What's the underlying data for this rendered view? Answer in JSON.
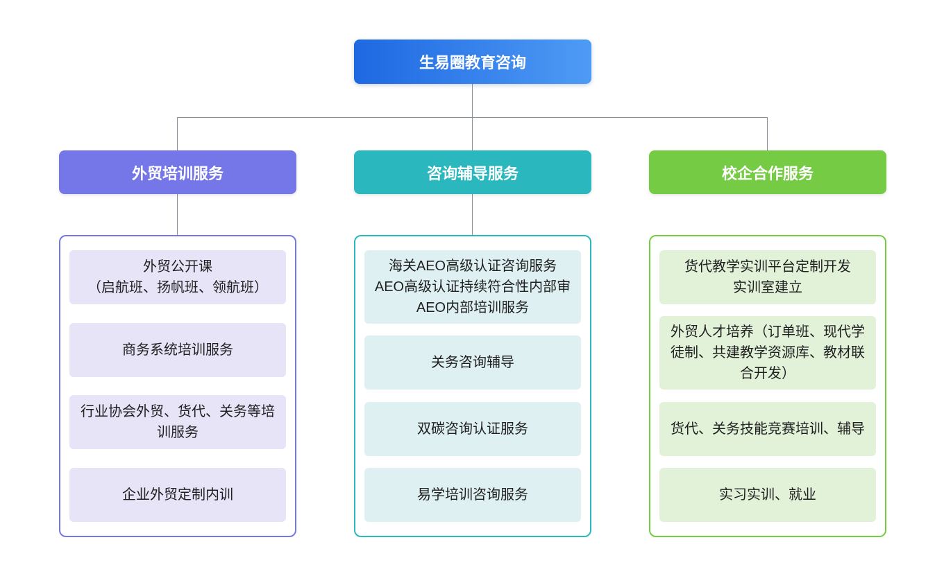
{
  "diagram": {
    "root": {
      "label": "生易圈教育咨询"
    },
    "branches": [
      {
        "id": "trade-training",
        "header": "外贸培训服务",
        "items": [
          "外贸公开课\n（启航班、扬帆班、领航班）",
          "商务系统培训服务",
          "行业协会外贸、货代、关务等培训服务",
          "企业外贸定制内训"
        ]
      },
      {
        "id": "consulting-coaching",
        "header": "咨询辅导服务",
        "items": [
          "海关AEO高级认证咨询服务\nAEO高级认证持续符合性内部审\nAEO内部培训服务",
          "关务咨询辅导",
          "双碳咨询认证服务",
          "易学培训咨询服务"
        ]
      },
      {
        "id": "school-enterprise",
        "header": "校企合作服务",
        "items": [
          "货代教学实训平台定制开发\n实训室建立",
          "外贸人才培养（订单班、现代学徒制、共建教学资源库、教材联合开发）",
          "货代、关务技能竞赛培训、辅导",
          "实习实训、就业"
        ]
      }
    ]
  },
  "colors": {
    "root_grad_start": "#1E68E2",
    "root_grad_end": "#4E9BF5",
    "branch1": "#7577E9",
    "branch1_light": "#E7E4F8",
    "branch2": "#2AB7BD",
    "branch2_light": "#DFF0F2",
    "branch3": "#75CB44",
    "branch3_light": "#E1F2D9",
    "connector": "#8A9099",
    "item_text": "#1F1F1F"
  }
}
